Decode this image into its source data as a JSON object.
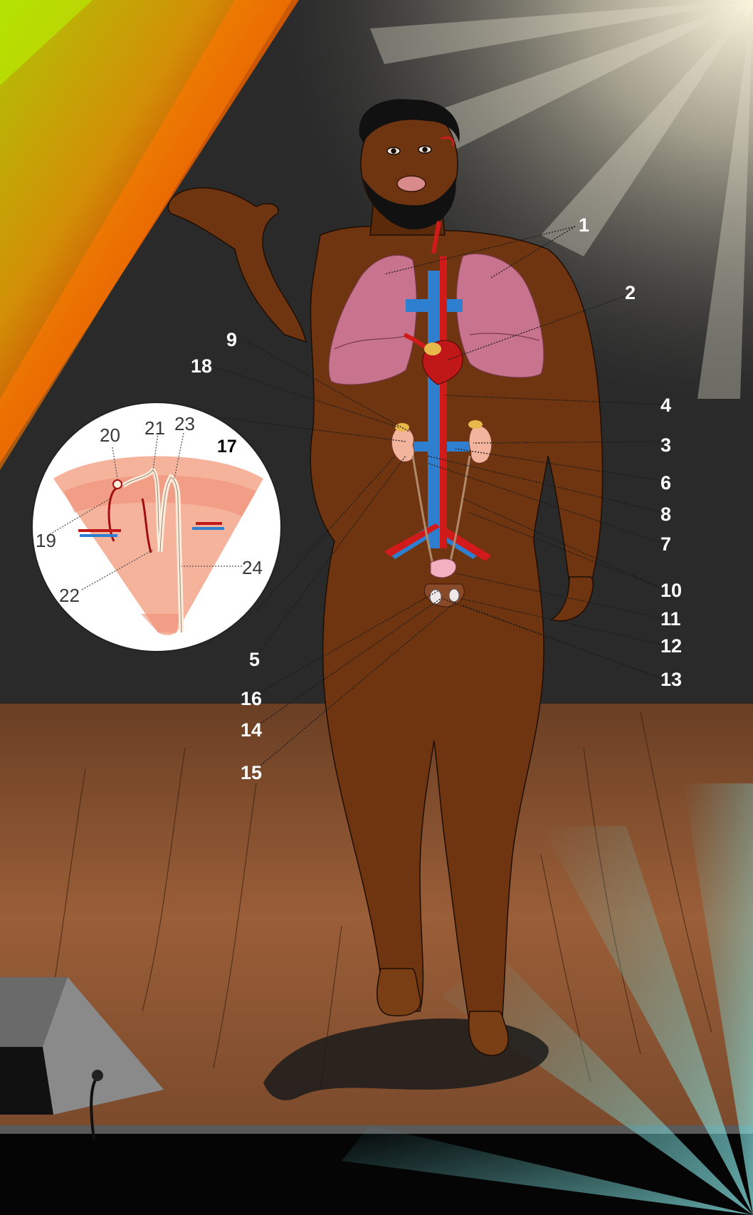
{
  "colors": {
    "wall": "#262626",
    "floor": "#8a5230",
    "skin": "#6e3510",
    "lung": "#c9748f",
    "artery": "#d11a1a",
    "vein": "#2f7fd0",
    "kidney": "#f2a98a",
    "light_green": "#7fd000",
    "light_orange": "#f08a00",
    "light_cyan": "#70d8d0"
  },
  "labels": [
    {
      "id": "1",
      "text": "1"
    },
    {
      "id": "2",
      "text": "2"
    },
    {
      "id": "3",
      "text": "3"
    },
    {
      "id": "4",
      "text": "4"
    },
    {
      "id": "5",
      "text": "5"
    },
    {
      "id": "6",
      "text": "6"
    },
    {
      "id": "7",
      "text": "7"
    },
    {
      "id": "8",
      "text": "8"
    },
    {
      "id": "9",
      "text": "9"
    },
    {
      "id": "10",
      "text": "10"
    },
    {
      "id": "11",
      "text": "11"
    },
    {
      "id": "12",
      "text": "12"
    },
    {
      "id": "13",
      "text": "13"
    },
    {
      "id": "14",
      "text": "14"
    },
    {
      "id": "15",
      "text": "15"
    },
    {
      "id": "16",
      "text": "16"
    },
    {
      "id": "18",
      "text": "18"
    }
  ],
  "inset": {
    "title": "17",
    "labels": [
      {
        "id": "19",
        "text": "19"
      },
      {
        "id": "20",
        "text": "20"
      },
      {
        "id": "21",
        "text": "21"
      },
      {
        "id": "22",
        "text": "22"
      },
      {
        "id": "23",
        "text": "23"
      },
      {
        "id": "24",
        "text": "24"
      }
    ]
  },
  "icons": [
    "spotlight-beam",
    "stage-monitor-speaker",
    "nephron-inset"
  ]
}
